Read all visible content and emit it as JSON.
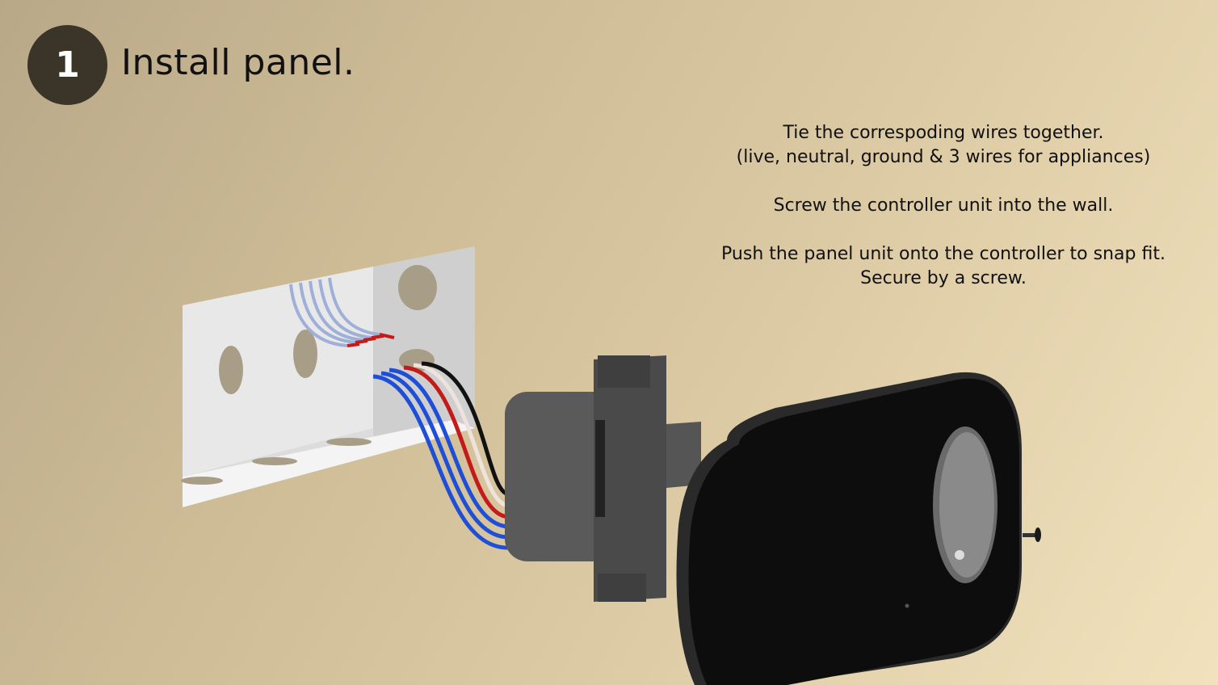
{
  "step": {
    "number": "1",
    "title": "Install panel."
  },
  "instructions": {
    "p1_line1": "Tie the correspoding wires together.",
    "p1_line2": "(live, neutral, ground & 3 wires for appliances)",
    "p2": "Screw the controller unit into the wall.",
    "p3_line1": "Push the panel unit onto the controller to snap fit.",
    "p3_line2": "Secure by a screw."
  },
  "colors": {
    "badge": "#3b3429",
    "wire_blue": "#1f4fd6",
    "wire_red": "#c41a1a",
    "panel": "#0d0d0d"
  }
}
